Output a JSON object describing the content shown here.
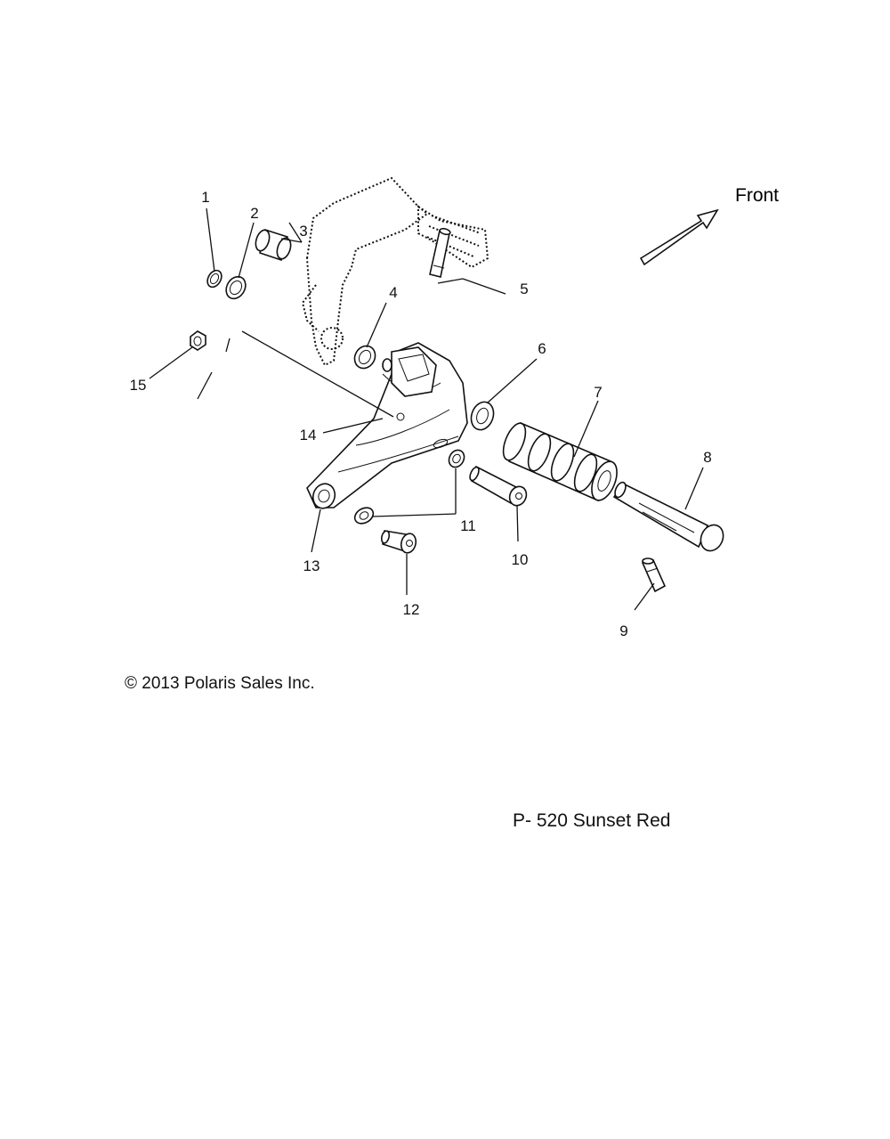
{
  "direction": {
    "label": "Front",
    "icon": "arrow-icon"
  },
  "callouts": [
    "1",
    "2",
    "3",
    "4",
    "5",
    "6",
    "7",
    "8",
    "9",
    "10",
    "11",
    "12",
    "13",
    "14",
    "15"
  ],
  "footer": {
    "copyright": "© 2013 Polaris Sales Inc.",
    "plate": "P- 520  Sunset Red"
  }
}
